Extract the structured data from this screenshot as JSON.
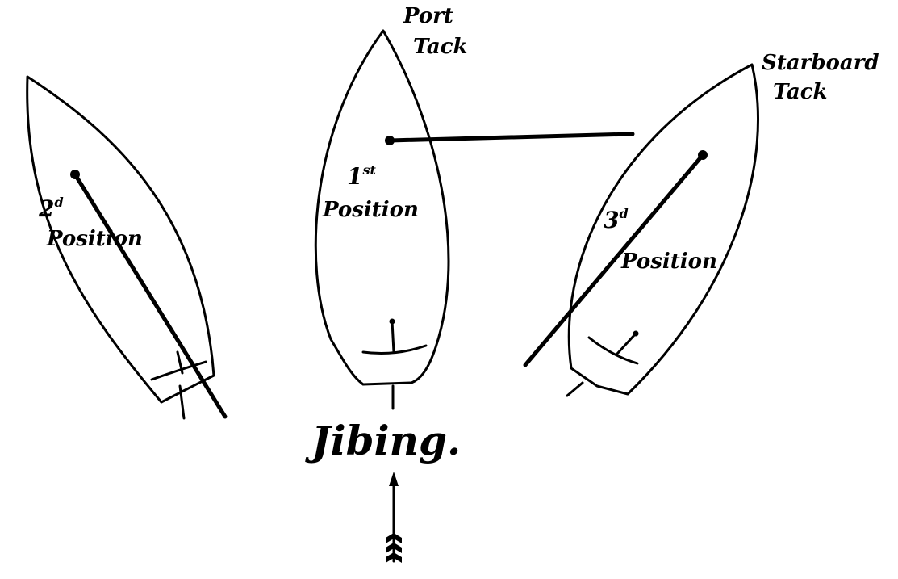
{
  "diagram": {
    "title": "Jibing.",
    "labels": {
      "port_tack_line1": "Port",
      "port_tack_line2": "Tack",
      "starboard_tack_line1": "Starboard",
      "starboard_tack_line2": "Tack",
      "first_ordinal": "1",
      "first_suffix": "st",
      "first_word": "Position",
      "second_ordinal": "2",
      "second_suffix": "d",
      "second_word": "Position",
      "third_ordinal": "3",
      "third_suffix": "d",
      "third_word": "Position"
    },
    "colors": {
      "ink": "#000000",
      "paper": "#ffffff"
    }
  }
}
